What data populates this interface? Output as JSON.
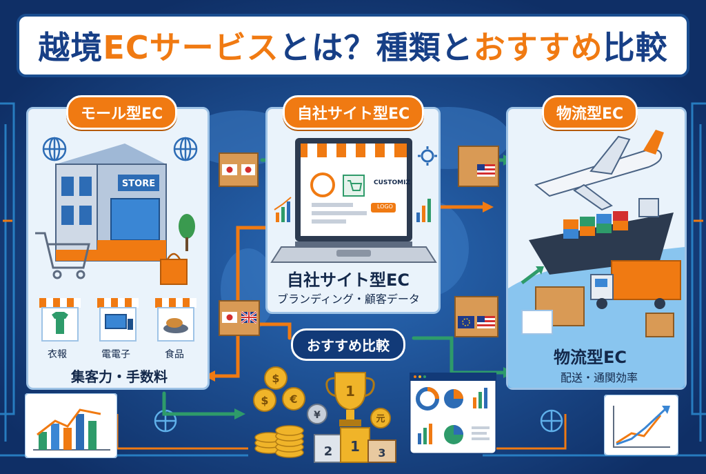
{
  "title": {
    "part1": "越境",
    "part2": "ECサービス",
    "part3": "とは？種類と",
    "part4": "おすすめ",
    "part5": "比較"
  },
  "panels": {
    "mall": {
      "badge": "モール型EC",
      "store_sign": "STORE",
      "categories": [
        "衣報",
        "電電子",
        "食品"
      ],
      "caption": "集客力・手数料"
    },
    "own_site": {
      "badge": "自社サイト型EC",
      "screen_label": "CUSTOMIZ",
      "screen_button": "LOGO",
      "caption_main": "自社サイト型EC",
      "caption_sub": "ブランディング・顧客データ"
    },
    "logistics": {
      "badge": "物流型EC",
      "caption_main": "物流型EC",
      "caption_sub": "配送・通関効率"
    }
  },
  "center": {
    "badge": "おすすめ比較",
    "podium": [
      "2",
      "1",
      "3"
    ],
    "trophy": "1",
    "coin_marks": [
      "$",
      "€",
      "¥",
      "元"
    ]
  },
  "colors": {
    "navy": "#123a78",
    "title_blue": "#173f86",
    "accent_orange": "#f07a12",
    "panel_bg": "#eaf3fb",
    "green_arrow": "#2e9b6a"
  }
}
